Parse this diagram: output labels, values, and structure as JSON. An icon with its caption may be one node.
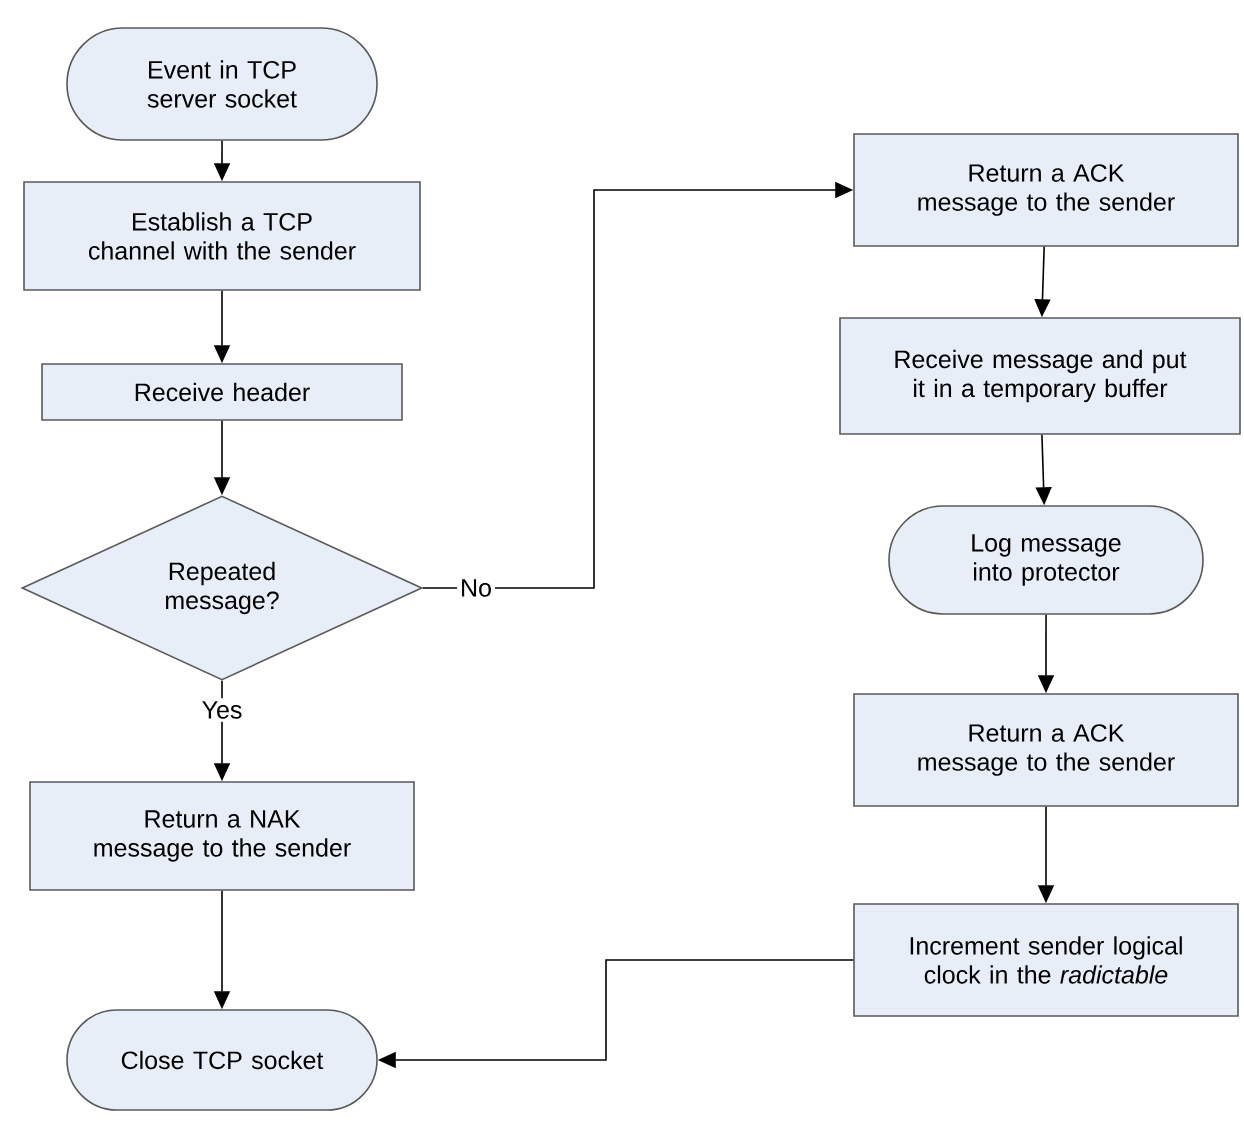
{
  "diagram": {
    "nodes": [
      {
        "text": [
          "Event in TCP server socket"
        ]
      },
      {
        "text": [
          "Establish a TCP channel with the sender"
        ]
      },
      {
        "text": [
          "Receive header"
        ]
      },
      {
        "text": [
          "Repeated message?"
        ]
      },
      {
        "text": [
          "Return a NAK message to the sender"
        ]
      },
      {
        "text": [
          "Close TCP socket"
        ]
      },
      {
        "text": [
          "Return a ACK message to the sender"
        ]
      },
      {
        "text": [
          "Receive message and put it in a temporary buffer"
        ]
      },
      {
        "text": [
          "Log message into protector"
        ]
      },
      {
        "text": [
          "Return a ACK message to the sender"
        ]
      },
      {
        "text": [
          "Increment sender logical clock in the *radictable*"
        ]
      }
    ],
    "edges": [
      {
        "from": 0,
        "to": 1,
        "arrow": "to"
      },
      {
        "from": 1,
        "to": 2,
        "arrow": "to"
      },
      {
        "from": 2,
        "to": 3,
        "arrow": "to"
      },
      {
        "from": 3,
        "to": 6,
        "arrow": "to",
        "label": "No"
      },
      {
        "from": 3,
        "to": 4,
        "arrow": "to",
        "label": "Yes"
      },
      {
        "from": 4,
        "to": 5,
        "arrow": "to"
      },
      {
        "from": 6,
        "to": 7,
        "arrow": "to"
      },
      {
        "from": 7,
        "to": 8,
        "arrow": "to"
      },
      {
        "from": 8,
        "to": 9,
        "arrow": "to"
      },
      {
        "from": 9,
        "to": 10,
        "arrow": "to"
      },
      {
        "from": 10,
        "to": 5,
        "arrow": "to"
      }
    ]
  }
}
